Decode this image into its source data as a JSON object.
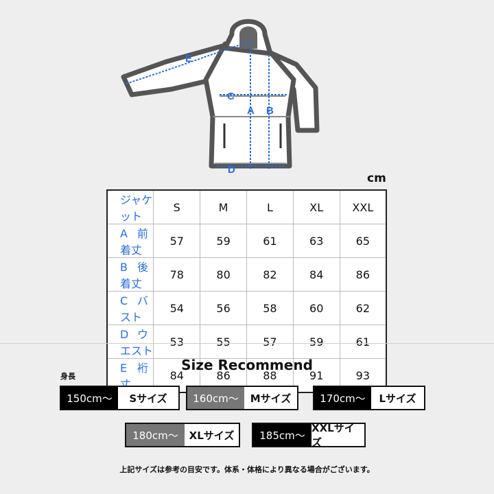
{
  "diagram": {
    "labels": {
      "A": "A",
      "B": "B",
      "C": "C",
      "D": "D",
      "E": "E"
    },
    "unit": "cm"
  },
  "table": {
    "header_label": "ジャケット",
    "sizes": [
      "S",
      "M",
      "L",
      "XL",
      "XXL"
    ],
    "rows": [
      {
        "letter": "A",
        "name": "前着丈",
        "values": [
          "57",
          "59",
          "61",
          "63",
          "65"
        ]
      },
      {
        "letter": "B",
        "name": "後着丈",
        "values": [
          "78",
          "80",
          "82",
          "84",
          "86"
        ]
      },
      {
        "letter": "C",
        "name": "バスト",
        "values": [
          "54",
          "56",
          "58",
          "60",
          "62"
        ]
      },
      {
        "letter": "D",
        "name": "ウエスト",
        "values": [
          "53",
          "55",
          "57",
          "59",
          "61"
        ]
      },
      {
        "letter": "E",
        "name": "裄丈",
        "values": [
          "84",
          "86",
          "88",
          "91",
          "93"
        ]
      }
    ]
  },
  "recommend": {
    "title": "Size Recommend",
    "height_label": "身長",
    "items": [
      {
        "height": "150cm〜",
        "size": "Sサイズ",
        "color": "#000000"
      },
      {
        "height": "160cm〜",
        "size": "Mサイズ",
        "color": "#777777"
      },
      {
        "height": "170cm〜",
        "size": "Lサイズ",
        "color": "#000000"
      },
      {
        "height": "180cm〜",
        "size": "XLサイズ",
        "color": "#777777"
      },
      {
        "height": "185cm〜",
        "size": "XXLサイズ",
        "color": "#000000"
      }
    ],
    "note": "上記サイズは参考の目安です。体系・体格により異なる場合がございます。"
  },
  "colors": {
    "accent": "#2a6edb",
    "outline": "#555555",
    "fill": "#ffffff"
  }
}
